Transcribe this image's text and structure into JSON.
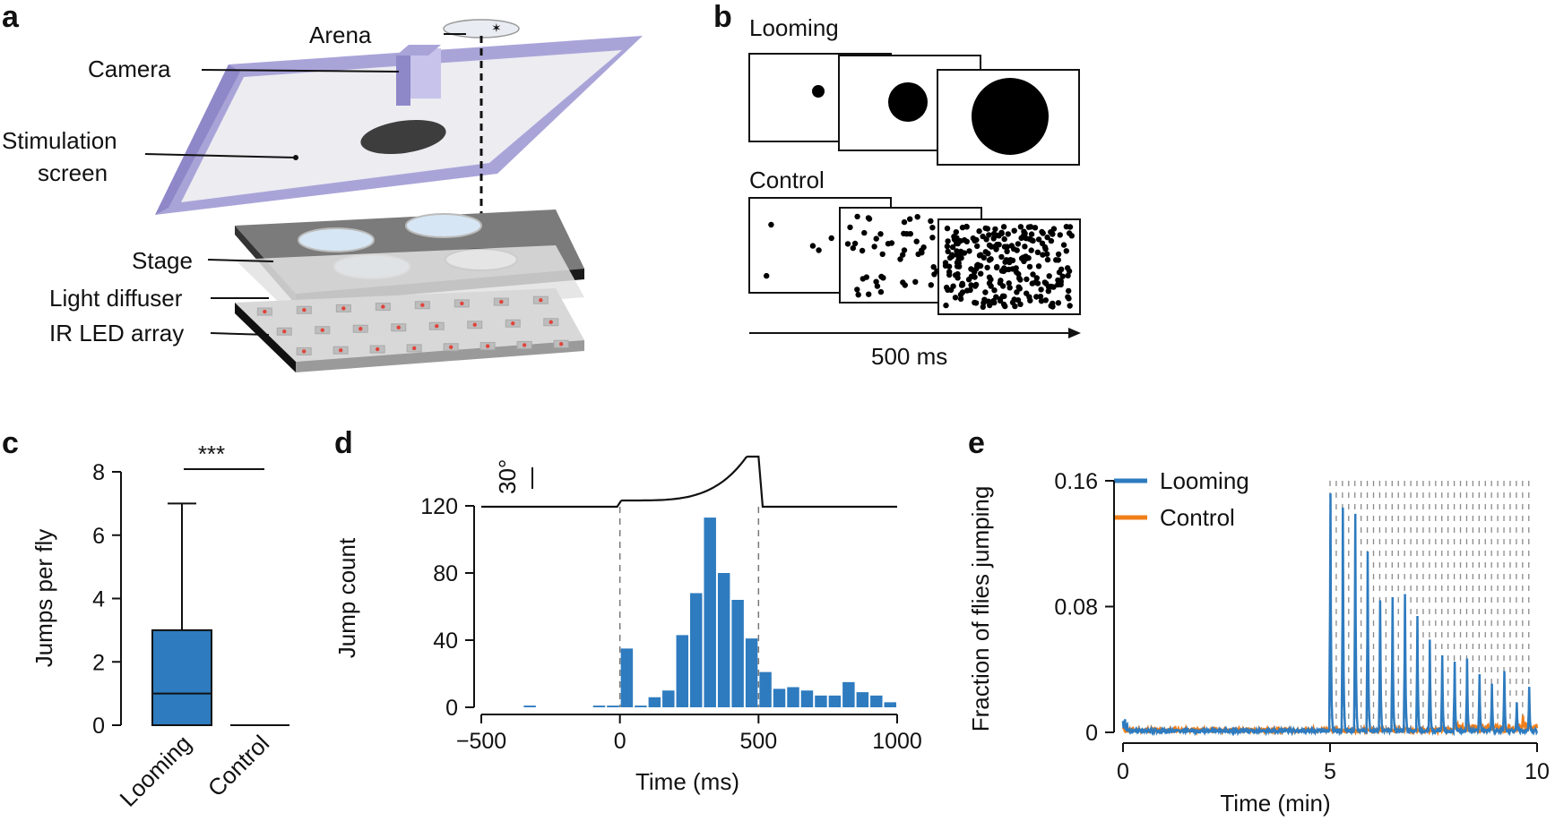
{
  "panel_letters": {
    "a": "a",
    "b": "b",
    "c": "c",
    "d": "d",
    "e": "e"
  },
  "panel_a": {
    "labels": {
      "arena": "Arena",
      "camera": "Camera",
      "screen_line1": "Stimulation",
      "screen_line2": "screen",
      "stage": "Stage",
      "diffuser": "Light diffuser",
      "led": "IR LED array"
    },
    "colors": {
      "screen_frame": "#a9a4d8",
      "screen_surface": "#ececf1",
      "stage": "#7b7b7b",
      "led_base": "#4a4a4a",
      "led_dot": "#e0443b",
      "dish": "#d7e6f4"
    }
  },
  "panel_b": {
    "looming_title": "Looming",
    "control_title": "Control",
    "time_label": "500 ms",
    "looming_disc_sizes": [
      0.05,
      0.25,
      0.55
    ],
    "control_dot_counts": [
      5,
      60,
      260
    ]
  },
  "chart_data": [
    {
      "panel": "c",
      "type": "box",
      "categories": [
        "Looming",
        "Control"
      ],
      "ylabel": "Jumps per fly",
      "ylim": [
        0,
        8
      ],
      "yticks": [
        0,
        2,
        4,
        6,
        8
      ],
      "boxes": [
        {
          "category": "Looming",
          "min": 0,
          "q1": 0,
          "median": 1,
          "q3": 3,
          "max": 7
        },
        {
          "category": "Control",
          "min": 0,
          "q1": 0,
          "median": 0,
          "q3": 0,
          "max": 0
        }
      ],
      "annotation": "***",
      "color": "#2e7bbf"
    },
    {
      "panel": "d",
      "type": "bar",
      "xlabel": "Time (ms)",
      "ylabel": "Jump count",
      "xlim": [
        -500,
        1000
      ],
      "ylim": [
        0,
        120
      ],
      "xticks": [
        -500,
        0,
        500,
        1000
      ],
      "yticks": [
        0,
        40,
        80,
        120
      ],
      "bin_width": 50,
      "bin_starts": [
        -500,
        -450,
        -400,
        -350,
        -300,
        -250,
        -200,
        -150,
        -100,
        -50,
        0,
        50,
        100,
        150,
        200,
        250,
        300,
        350,
        400,
        450,
        500,
        550,
        600,
        650,
        700,
        750,
        800,
        850,
        900,
        950
      ],
      "values": [
        0,
        0,
        0,
        1,
        0,
        0,
        0,
        0,
        1,
        1,
        35,
        1,
        6,
        10,
        43,
        68,
        113,
        80,
        64,
        41,
        21,
        11,
        12,
        10,
        7,
        7,
        15,
        9,
        7,
        3
      ],
      "stimulus_scale_label": "30°",
      "event_lines": [
        0,
        500
      ],
      "color": "#2e7bbf"
    },
    {
      "panel": "e",
      "type": "line",
      "xlabel": "Time (min)",
      "ylabel": "Fraction of flies jumping",
      "xlim": [
        0,
        10
      ],
      "ylim": [
        0,
        0.16
      ],
      "xticks": [
        0,
        5,
        10
      ],
      "yticks": [
        0,
        0.08,
        0.16
      ],
      "ytick_labels": [
        "0",
        "0.08",
        "0.16"
      ],
      "series": [
        {
          "name": "Looming",
          "color": "#2e7bbf",
          "peak_times": [
            5.0,
            5.3,
            5.6,
            5.9,
            6.2,
            6.5,
            6.8,
            7.1,
            7.4,
            7.7,
            8.0,
            8.3,
            8.6,
            8.9,
            9.2,
            9.5,
            9.8
          ],
          "peak_values": [
            0.152,
            0.143,
            0.139,
            0.115,
            0.084,
            0.086,
            0.088,
            0.074,
            0.059,
            0.049,
            0.045,
            0.047,
            0.037,
            0.031,
            0.039,
            0.019,
            0.029
          ]
        },
        {
          "name": "Control",
          "color": "#f07f1a",
          "baseline": 0.003
        }
      ],
      "stimulus_lines_start": 5.0,
      "stimulus_lines_step": 0.15,
      "stimulus_lines_end": 9.85
    }
  ]
}
